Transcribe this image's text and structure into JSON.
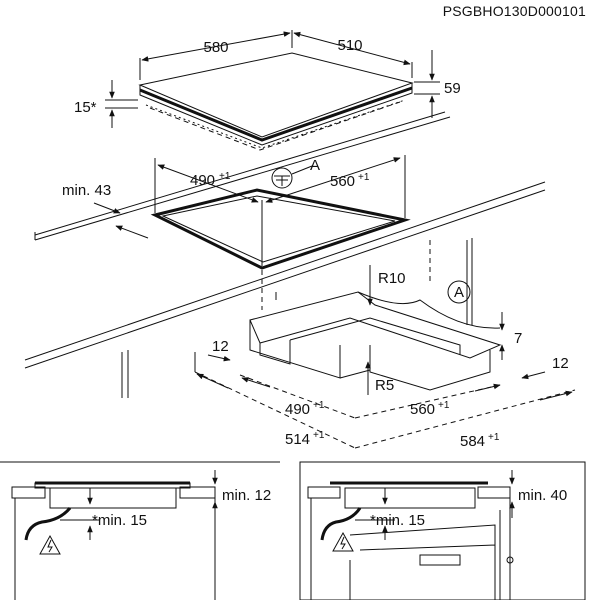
{
  "product_code": "PSGBHO130D000101",
  "hob": {
    "width": "580",
    "depth": "510",
    "height": "59",
    "bevel": "15*"
  },
  "cutout": {
    "min_edge": "min. 43",
    "width_base": "490",
    "width_tol": "+1",
    "depth_base": "560",
    "depth_tol": "+1",
    "detail_ref": "A"
  },
  "detail": {
    "ref": "A",
    "radius_outer": "R10",
    "radius_inner": "R5",
    "step_height": "7",
    "rebate_left": "12",
    "rebate_right": "12",
    "inner_w_base": "490",
    "inner_w_tol": "+1",
    "inner_d_base": "560",
    "inner_d_tol": "+1",
    "outer_w_base": "514",
    "outer_w_tol": "+1",
    "outer_d_base": "584",
    "outer_d_tol": "+1"
  },
  "install_left": {
    "clearance_top": "min. 12",
    "clearance_below": "*min. 15"
  },
  "install_right": {
    "clearance_top": "min. 40",
    "clearance_below": "*min. 15"
  }
}
